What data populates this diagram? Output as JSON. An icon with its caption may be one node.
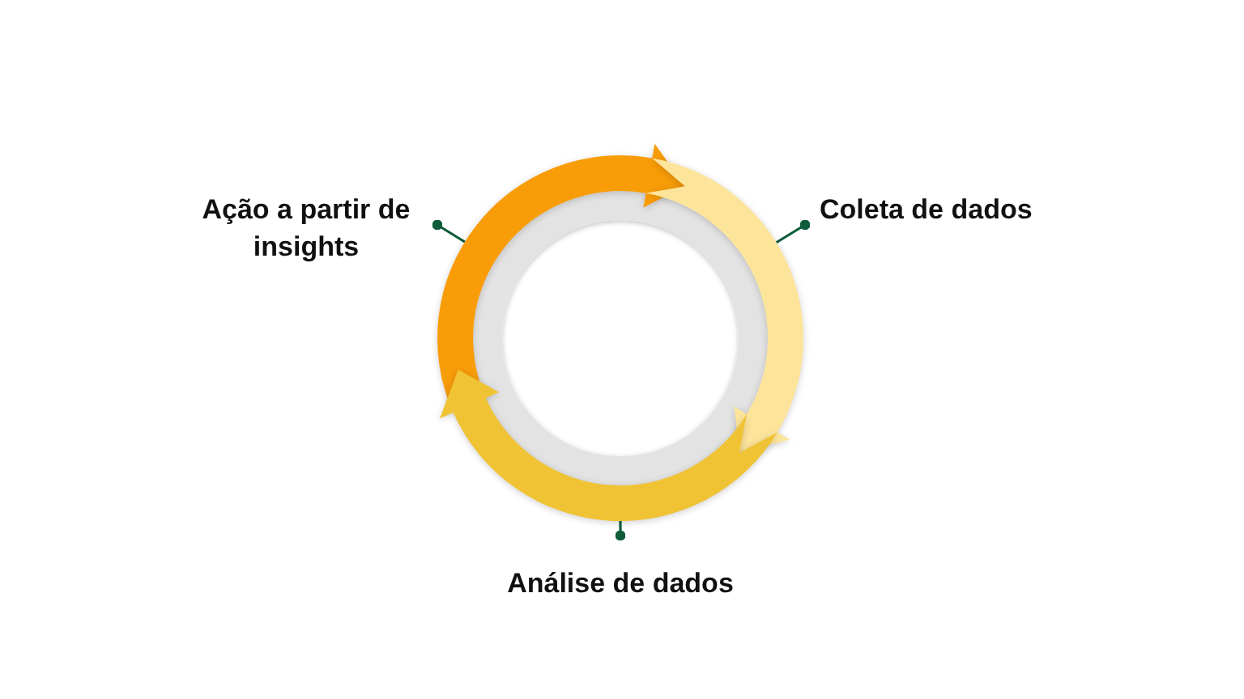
{
  "diagram": {
    "nodes": [
      {
        "text": [
          "Ação a partir de insights"
        ]
      },
      {
        "text": [
          "Coleta de dados"
        ]
      },
      {
        "text": [
          "Análise de dados"
        ]
      },
      {
        "text": [],
        "shape": "arc"
      },
      {
        "text": [],
        "shape": "arc"
      },
      {
        "text": [],
        "shape": "arc"
      },
      {
        "text": [],
        "shape": "circle"
      }
    ],
    "edges": [
      {
        "from": 0,
        "to": 3,
        "arrow": "other"
      },
      {
        "from": 1,
        "to": 4,
        "arrow": "other"
      },
      {
        "from": 2,
        "to": 5,
        "arrow": "other"
      }
    ]
  }
}
